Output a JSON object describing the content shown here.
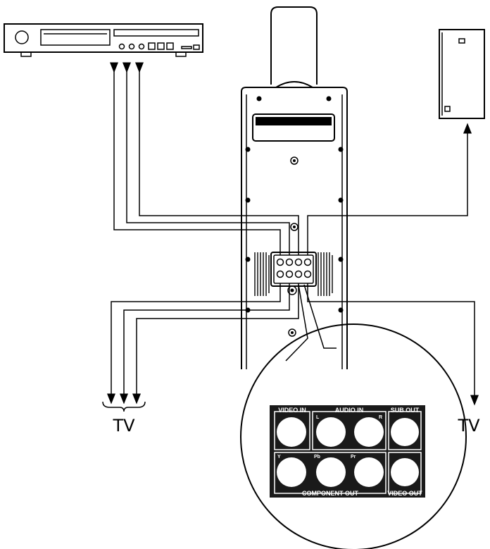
{
  "labels": {
    "tv_left": "TV",
    "tv_right": "TV"
  },
  "panel": {
    "video_in": "VIDEO IN",
    "audio_in": "AUDIO IN",
    "audio_l": "L",
    "audio_r": "R",
    "sub_out": "SUB OUT",
    "y": "Y",
    "pb": "Pb",
    "pr": "Pr",
    "component_out": "COMPONENT OUT",
    "video_out": "VIDEO OUT"
  },
  "colors": {
    "line": "#000000",
    "panel": "#1a1a1a",
    "background": "#ffffff"
  },
  "icons": [
    "dvd-player-icon",
    "subwoofer-speaker-icon",
    "speaker-tower-icon",
    "connector-panel-icon"
  ]
}
